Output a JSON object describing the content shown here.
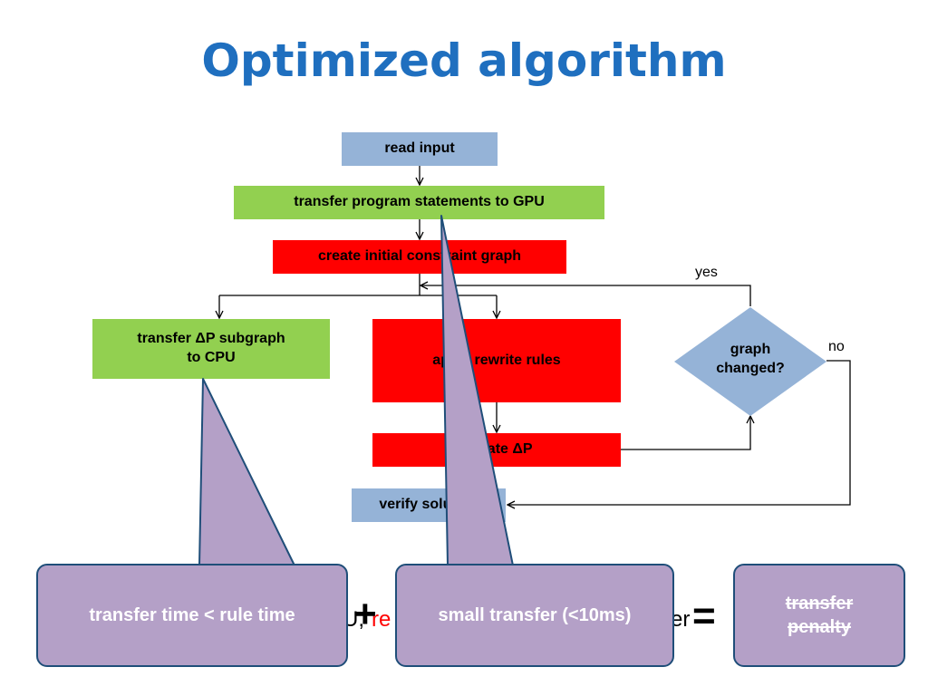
{
  "title": "Optimized algorithm",
  "flow": {
    "read_input": "read input",
    "transfer_statements": "transfer program statements to GPU",
    "create_graph": "create initial constraint graph",
    "transfer_dp_line1": "transfer ΔP subgraph",
    "transfer_dp_line2": "to CPU",
    "apply_rules": "apply rewrite rules",
    "update_dp": "update ΔP",
    "verify": "verify solution",
    "graph_changed_line1": "graph",
    "graph_changed_line2": "changed?",
    "yes": "yes",
    "no": "no"
  },
  "bottom": {
    "text_left": "U,",
    "text_red": "re",
    "text_right": "er",
    "plus": "+",
    "equals": "="
  },
  "callouts": {
    "left": "transfer time < rule time",
    "middle": "small transfer (<10ms)",
    "right_line1": "transfer",
    "right_line2": "penalty"
  },
  "colors": {
    "title": "#1f6fbf",
    "blue_box": "#95b3d7",
    "green_box": "#92d050",
    "red_box": "#ff0000",
    "callout_fill": "#b4a0c7",
    "callout_border": "#1f4e79"
  }
}
